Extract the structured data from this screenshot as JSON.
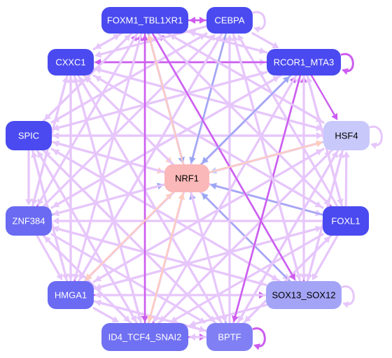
{
  "nodes": [
    {
      "id": "FOXM1_TBL1XR1",
      "label": "FOXM1_TBL1XR1",
      "fill": "#4a4af0",
      "text_color": "#ffffff"
    },
    {
      "id": "CEBPA",
      "label": "CEBPA",
      "fill": "#4a4af0",
      "text_color": "#ffffff"
    },
    {
      "id": "CXXC1",
      "label": "CXXC1",
      "fill": "#4a4af0",
      "text_color": "#ffffff"
    },
    {
      "id": "RCOR1_MTA3",
      "label": "RCOR1_MTA3",
      "fill": "#4a4af0",
      "text_color": "#ffffff"
    },
    {
      "id": "SPIC",
      "label": "SPIC",
      "fill": "#4a4af0",
      "text_color": "#ffffff"
    },
    {
      "id": "HSF4",
      "label": "HSF4",
      "fill": "#c8c8fa",
      "text_color": "#000000"
    },
    {
      "id": "NRF1",
      "label": "NRF1",
      "fill": "#fbb8b8",
      "text_color": "#000000"
    },
    {
      "id": "ZNF384",
      "label": "ZNF384",
      "fill": "#6a6af2",
      "text_color": "#ffffff"
    },
    {
      "id": "FOXL1",
      "label": "FOXL1",
      "fill": "#4a4af0",
      "text_color": "#ffffff"
    },
    {
      "id": "HMGA1",
      "label": "HMGA1",
      "fill": "#6a6af2",
      "text_color": "#ffffff"
    },
    {
      "id": "SOX13_SOX12",
      "label": "SOX13_SOX12",
      "fill": "#a4a4f6",
      "text_color": "#000000"
    },
    {
      "id": "ID4_TCF4_SNAI2",
      "label": "ID4_TCF4_SNAI2",
      "fill": "#7070f2",
      "text_color": "#ffffff"
    },
    {
      "id": "BPTF",
      "label": "BPTF",
      "fill": "#8080f4",
      "text_color": "#ffffff"
    }
  ],
  "edge_colors": {
    "light_violet": "#e6c6fb",
    "violet": "#cd5cf0",
    "periwinkle": "#9aa6f4",
    "peach": "#ffcdbd",
    "light_blue": "#c4caf8"
  },
  "edges": [
    {
      "from": "CXXC1",
      "to": "FOXM1_TBL1XR1",
      "color": "light_violet"
    },
    {
      "from": "CXXC1",
      "to": "RCOR1_MTA3",
      "color": "light_violet"
    },
    {
      "from": "CXXC1",
      "to": "HSF4",
      "color": "light_violet"
    },
    {
      "from": "CXXC1",
      "to": "FOXL1",
      "color": "light_violet"
    },
    {
      "from": "CXXC1",
      "to": "SOX13_SOX12",
      "color": "light_violet"
    },
    {
      "from": "CXXC1",
      "to": "BPTF",
      "color": "light_violet"
    },
    {
      "from": "CXXC1",
      "to": "ID4_TCF4_SNAI2",
      "color": "light_violet"
    },
    {
      "from": "CXXC1",
      "to": "HMGA1",
      "color": "light_violet"
    },
    {
      "from": "CXXC1",
      "to": "ZNF384",
      "color": "light_violet"
    },
    {
      "from": "CXXC1",
      "to": "NRF1",
      "color": "peach"
    },
    {
      "from": "SPIC",
      "to": "FOXM1_TBL1XR1",
      "color": "light_violet"
    },
    {
      "from": "SPIC",
      "to": "CEBPA",
      "color": "light_violet"
    },
    {
      "from": "SPIC",
      "to": "RCOR1_MTA3",
      "color": "light_violet"
    },
    {
      "from": "SPIC",
      "to": "HSF4",
      "color": "light_violet"
    },
    {
      "from": "SPIC",
      "to": "FOXL1",
      "color": "light_violet"
    },
    {
      "from": "SPIC",
      "to": "SOX13_SOX12",
      "color": "light_violet"
    },
    {
      "from": "SPIC",
      "to": "BPTF",
      "color": "light_violet"
    },
    {
      "from": "SPIC",
      "to": "ID4_TCF4_SNAI2",
      "color": "light_violet"
    },
    {
      "from": "SPIC",
      "to": "HMGA1",
      "color": "light_violet"
    },
    {
      "from": "SPIC",
      "to": "ZNF384",
      "color": "light_violet"
    },
    {
      "from": "SPIC",
      "to": "NRF1",
      "color": "peach"
    },
    {
      "from": "ZNF384",
      "to": "FOXM1_TBL1XR1",
      "color": "violet"
    },
    {
      "from": "ZNF384",
      "to": "CEBPA",
      "color": "light_violet"
    },
    {
      "from": "ZNF384",
      "to": "RCOR1_MTA3",
      "color": "light_violet"
    },
    {
      "from": "ZNF384",
      "to": "HSF4",
      "color": "light_violet"
    },
    {
      "from": "ZNF384",
      "to": "SOX13_SOX12",
      "color": "light_violet"
    },
    {
      "from": "ZNF384",
      "to": "BPTF",
      "color": "light_violet"
    },
    {
      "from": "ZNF384",
      "to": "ID4_TCF4_SNAI2",
      "color": "light_violet"
    },
    {
      "from": "ZNF384",
      "to": "HMGA1",
      "color": "light_violet"
    },
    {
      "from": "ZNF384",
      "to": "CXXC1",
      "color": "light_violet"
    },
    {
      "from": "ZNF384",
      "to": "NRF1",
      "color": "periwinkle"
    },
    {
      "from": "HMGA1",
      "to": "FOXM1_TBL1XR1",
      "color": "violet"
    },
    {
      "from": "HMGA1",
      "to": "CEBPA",
      "color": "light_violet"
    },
    {
      "from": "HMGA1",
      "to": "RCOR1_MTA3",
      "color": "light_violet"
    },
    {
      "from": "HMGA1",
      "to": "HSF4",
      "color": "light_violet"
    },
    {
      "from": "HMGA1",
      "to": "FOXL1",
      "color": "light_violet"
    },
    {
      "from": "HMGA1",
      "to": "SOX13_SOX12",
      "color": "violet"
    },
    {
      "from": "HMGA1",
      "to": "BPTF",
      "color": "light_violet"
    },
    {
      "from": "HMGA1",
      "to": "SPIC",
      "color": "light_violet"
    },
    {
      "from": "HMGA1",
      "to": "CXXC1",
      "color": "light_violet"
    },
    {
      "from": "HMGA1",
      "to": "ID4_TCF4_SNAI2",
      "color": "light_violet"
    },
    {
      "from": "HMGA1",
      "to": "NRF1",
      "color": "peach"
    },
    {
      "from": "ID4_TCF4_SNAI2",
      "to": "FOXM1_TBL1XR1",
      "color": "violet"
    },
    {
      "from": "ID4_TCF4_SNAI2",
      "to": "CEBPA",
      "color": "light_violet"
    },
    {
      "from": "ID4_TCF4_SNAI2",
      "to": "RCOR1_MTA3",
      "color": "violet"
    },
    {
      "from": "ID4_TCF4_SNAI2",
      "to": "HSF4",
      "color": "light_violet"
    },
    {
      "from": "ID4_TCF4_SNAI2",
      "to": "CXXC1",
      "color": "light_violet"
    },
    {
      "from": "ID4_TCF4_SNAI2",
      "to": "SPIC",
      "color": "light_violet"
    },
    {
      "from": "ID4_TCF4_SNAI2",
      "to": "ZNF384",
      "color": "light_violet"
    },
    {
      "from": "ID4_TCF4_SNAI2",
      "to": "BPTF",
      "color": "violet"
    },
    {
      "from": "ID4_TCF4_SNAI2",
      "to": "NRF1",
      "color": "peach"
    },
    {
      "from": "BPTF",
      "to": "FOXM1_TBL1XR1",
      "color": "violet"
    },
    {
      "from": "BPTF",
      "to": "CEBPA",
      "color": "light_violet"
    },
    {
      "from": "BPTF",
      "to": "RCOR1_MTA3",
      "color": "light_violet"
    },
    {
      "from": "BPTF",
      "to": "HSF4",
      "color": "light_violet"
    },
    {
      "from": "BPTF",
      "to": "FOXL1",
      "color": "light_violet"
    },
    {
      "from": "BPTF",
      "to": "CXXC1",
      "color": "light_violet"
    },
    {
      "from": "BPTF",
      "to": "SPIC",
      "color": "light_violet"
    },
    {
      "from": "BPTF",
      "to": "HMGA1",
      "color": "light_violet"
    },
    {
      "from": "BPTF",
      "to": "ID4_TCF4_SNAI2",
      "color": "light_violet"
    },
    {
      "from": "BPTF",
      "to": "NRF1",
      "color": "periwinkle"
    },
    {
      "from": "SOX13_SOX12",
      "to": "FOXM1_TBL1XR1",
      "color": "light_violet"
    },
    {
      "from": "SOX13_SOX12",
      "to": "CEBPA",
      "color": "light_violet"
    },
    {
      "from": "SOX13_SOX12",
      "to": "RCOR1_MTA3",
      "color": "violet"
    },
    {
      "from": "SOX13_SOX12",
      "to": "HSF4",
      "color": "light_violet"
    },
    {
      "from": "SOX13_SOX12",
      "to": "CXXC1",
      "color": "light_violet"
    },
    {
      "from": "SOX13_SOX12",
      "to": "SPIC",
      "color": "light_violet"
    },
    {
      "from": "SOX13_SOX12",
      "to": "ZNF384",
      "color": "light_violet"
    },
    {
      "from": "SOX13_SOX12",
      "to": "HMGA1",
      "color": "light_violet"
    },
    {
      "from": "SOX13_SOX12",
      "to": "ID4_TCF4_SNAI2",
      "color": "light_violet"
    },
    {
      "from": "SOX13_SOX12",
      "to": "NRF1",
      "color": "periwinkle"
    },
    {
      "from": "FOXL1",
      "to": "FOXM1_TBL1XR1",
      "color": "violet"
    },
    {
      "from": "FOXL1",
      "to": "CEBPA",
      "color": "light_violet"
    },
    {
      "from": "FOXL1",
      "to": "RCOR1_MTA3",
      "color": "light_violet"
    },
    {
      "from": "FOXL1",
      "to": "HSF4",
      "color": "light_violet"
    },
    {
      "from": "FOXL1",
      "to": "CXXC1",
      "color": "light_violet"
    },
    {
      "from": "FOXL1",
      "to": "SPIC",
      "color": "light_violet"
    },
    {
      "from": "FOXL1",
      "to": "ZNF384",
      "color": "light_violet"
    },
    {
      "from": "FOXL1",
      "to": "HMGA1",
      "color": "light_violet"
    },
    {
      "from": "FOXL1",
      "to": "ID4_TCF4_SNAI2",
      "color": "light_violet"
    },
    {
      "from": "FOXL1",
      "to": "BPTF",
      "color": "light_violet"
    },
    {
      "from": "FOXL1",
      "to": "SOX13_SOX12",
      "color": "light_violet"
    },
    {
      "from": "FOXL1",
      "to": "NRF1",
      "color": "periwinkle"
    },
    {
      "from": "HSF4",
      "to": "FOXM1_TBL1XR1",
      "color": "light_violet"
    },
    {
      "from": "HSF4",
      "to": "CXXC1",
      "color": "light_violet"
    },
    {
      "from": "HSF4",
      "to": "SPIC",
      "color": "light_violet"
    },
    {
      "from": "HSF4",
      "to": "ZNF384",
      "color": "light_violet"
    },
    {
      "from": "HSF4",
      "to": "HMGA1",
      "color": "light_violet"
    },
    {
      "from": "HSF4",
      "to": "ID4_TCF4_SNAI2",
      "color": "light_violet"
    },
    {
      "from": "HSF4",
      "to": "BPTF",
      "color": "light_violet"
    },
    {
      "from": "HSF4",
      "to": "SOX13_SOX12",
      "color": "light_violet"
    },
    {
      "from": "HSF4",
      "to": "NRF1",
      "color": "light_blue"
    },
    {
      "from": "RCOR1_MTA3",
      "to": "FOXM1_TBL1XR1",
      "color": "light_violet"
    },
    {
      "from": "RCOR1_MTA3",
      "to": "CXXC1",
      "color": "violet"
    },
    {
      "from": "RCOR1_MTA3",
      "to": "SPIC",
      "color": "light_violet"
    },
    {
      "from": "RCOR1_MTA3",
      "to": "ZNF384",
      "color": "light_violet"
    },
    {
      "from": "RCOR1_MTA3",
      "to": "HMGA1",
      "color": "light_violet"
    },
    {
      "from": "RCOR1_MTA3",
      "to": "ID4_TCF4_SNAI2",
      "color": "light_violet"
    },
    {
      "from": "RCOR1_MTA3",
      "to": "BPTF",
      "color": "violet"
    },
    {
      "from": "RCOR1_MTA3",
      "to": "SOX13_SOX12",
      "color": "light_violet"
    },
    {
      "from": "RCOR1_MTA3",
      "to": "FOXL1",
      "color": "light_violet"
    },
    {
      "from": "RCOR1_MTA3",
      "to": "HSF4",
      "color": "violet"
    },
    {
      "from": "RCOR1_MTA3",
      "to": "NRF1",
      "color": "periwinkle"
    },
    {
      "from": "CEBPA",
      "to": "FOXM1_TBL1XR1",
      "color": "violet"
    },
    {
      "from": "CEBPA",
      "to": "RCOR1_MTA3",
      "color": "light_violet"
    },
    {
      "from": "CEBPA",
      "to": "CXXC1",
      "color": "light_violet"
    },
    {
      "from": "CEBPA",
      "to": "SPIC",
      "color": "light_violet"
    },
    {
      "from": "CEBPA",
      "to": "HMGA1",
      "color": "light_violet"
    },
    {
      "from": "CEBPA",
      "to": "SOX13_SOX12",
      "color": "light_violet"
    },
    {
      "from": "CEBPA",
      "to": "NRF1",
      "color": "periwinkle"
    },
    {
      "from": "FOXM1_TBL1XR1",
      "to": "CEBPA",
      "color": "violet"
    },
    {
      "from": "FOXM1_TBL1XR1",
      "to": "RCOR1_MTA3",
      "color": "light_violet"
    },
    {
      "from": "FOXM1_TBL1XR1",
      "to": "CXXC1",
      "color": "light_violet"
    },
    {
      "from": "FOXM1_TBL1XR1",
      "to": "SPIC",
      "color": "light_violet"
    },
    {
      "from": "FOXM1_TBL1XR1",
      "to": "ZNF384",
      "color": "light_violet"
    },
    {
      "from": "FOXM1_TBL1XR1",
      "to": "HMGA1",
      "color": "light_violet"
    },
    {
      "from": "FOXM1_TBL1XR1",
      "to": "ID4_TCF4_SNAI2",
      "color": "violet"
    },
    {
      "from": "FOXM1_TBL1XR1",
      "to": "BPTF",
      "color": "light_violet"
    },
    {
      "from": "FOXM1_TBL1XR1",
      "to": "SOX13_SOX12",
      "color": "violet"
    },
    {
      "from": "FOXM1_TBL1XR1",
      "to": "FOXL1",
      "color": "light_violet"
    },
    {
      "from": "FOXM1_TBL1XR1",
      "to": "HSF4",
      "color": "light_violet"
    },
    {
      "from": "FOXM1_TBL1XR1",
      "to": "NRF1",
      "color": "periwinkle"
    },
    {
      "from": "NRF1",
      "to": "HSF4",
      "color": "peach"
    },
    {
      "from": "NRF1",
      "to": "RCOR1_MTA3",
      "color": "periwinkle"
    },
    {
      "from": "NRF1",
      "to": "HMGA1",
      "color": "peach"
    },
    {
      "from": "NRF1",
      "to": "ID4_TCF4_SNAI2",
      "color": "peach"
    },
    {
      "from": "NRF1",
      "to": "FOXM1_TBL1XR1",
      "color": "peach"
    }
  ],
  "self_loops": [
    {
      "node": "CEBPA",
      "color": "light_violet"
    },
    {
      "node": "RCOR1_MTA3",
      "color": "violet"
    },
    {
      "node": "HSF4",
      "color": "light_violet"
    },
    {
      "node": "SOX13_SOX12",
      "color": "light_violet"
    },
    {
      "node": "BPTF",
      "color": "violet"
    }
  ]
}
